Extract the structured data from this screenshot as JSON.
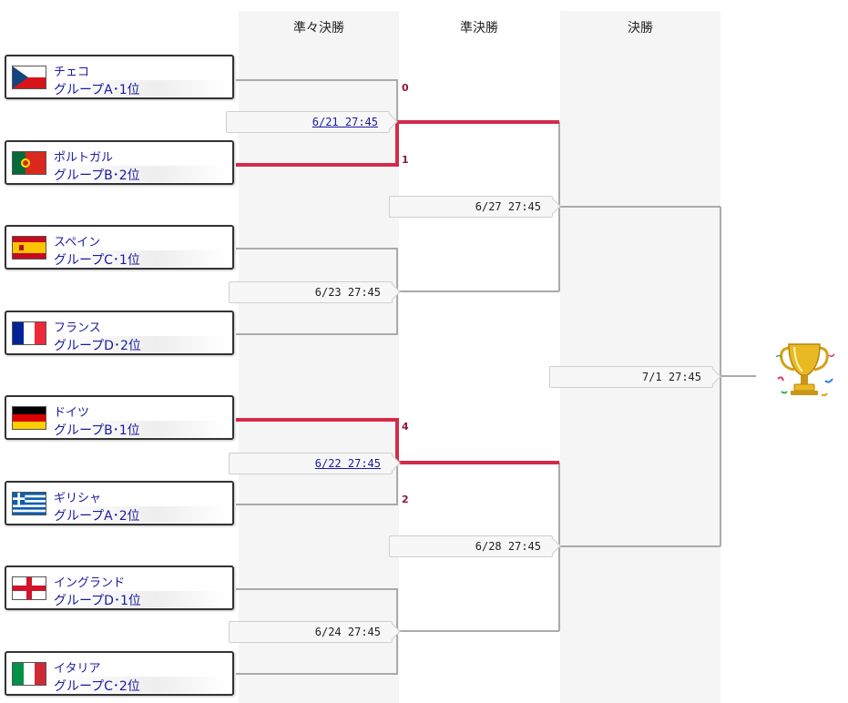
{
  "rounds": {
    "qf": "準々決勝",
    "sf": "準決勝",
    "final": "決勝"
  },
  "teams": [
    {
      "name": "チェコ",
      "group": "グループA･1位"
    },
    {
      "name": "ポルトガル",
      "group": "グループB･2位"
    },
    {
      "name": "スペイン",
      "group": "グループC･1位"
    },
    {
      "name": "フランス",
      "group": "グループD･2位"
    },
    {
      "name": "ドイツ",
      "group": "グループB･1位"
    },
    {
      "name": "ギリシャ",
      "group": "グループA･2位"
    },
    {
      "name": "イングランド",
      "group": "グループD･1位"
    },
    {
      "name": "イタリア",
      "group": "グループC･2位"
    }
  ],
  "matches": {
    "qf1": "6/21 27:45",
    "qf2": "6/23 27:45",
    "qf3": "6/22 27:45",
    "qf4": "6/24 27:45",
    "sf1": "6/27 27:45",
    "sf2": "6/28 27:45",
    "final": "7/1 27:45"
  },
  "scores": {
    "qf1_top": "0",
    "qf1_bottom": "1",
    "qf3_top": "4",
    "qf3_bottom": "2"
  },
  "colors": {
    "winner_line": "#d42a4a",
    "line": "#aaaaaa",
    "link": "#1a1aa0"
  }
}
